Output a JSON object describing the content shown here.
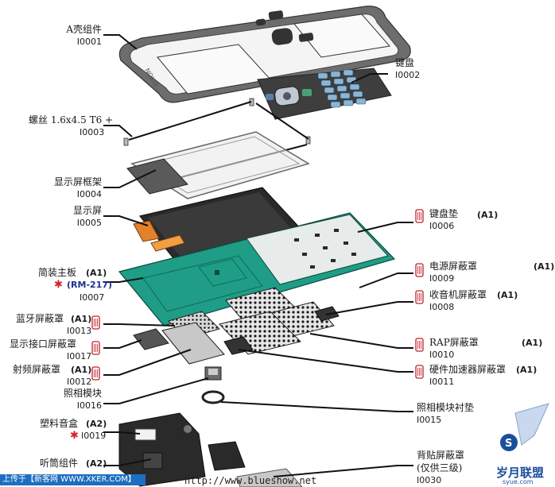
{
  "parts": {
    "a_cover": {
      "label": "A壳组件",
      "code": "I0001"
    },
    "keypad": {
      "label": "键盘",
      "code": "I0002"
    },
    "screw": {
      "label": "螺丝 1.6x4.5 T6 +",
      "code": "I0003"
    },
    "display_frame": {
      "label": "显示屏框架",
      "code": "I0004"
    },
    "display": {
      "label": "显示屏",
      "code": "I0005"
    },
    "keypad_pad": {
      "label": "键盘垫",
      "code": "I0006",
      "tag": "(A1)"
    },
    "main_board": {
      "label": "简装主板",
      "code": "I0007",
      "tag": "(A1)",
      "model": "(RM-217)"
    },
    "radio_shield": {
      "label": "收音机屏蔽罩",
      "code": "I0008",
      "tag": "(A1)"
    },
    "power_shield": {
      "label": "电源屏蔽罩",
      "code": "I0009",
      "tag": "(A1)"
    },
    "rap_shield": {
      "label": "RAP屏蔽罩",
      "code": "I0010",
      "tag": "(A1)"
    },
    "hw_accel_shield": {
      "label": "硬件加速器屏蔽罩",
      "code": "I0011",
      "tag": "(A1)"
    },
    "rf_shield": {
      "label": "射频屏蔽罩",
      "code": "I0012",
      "tag": "(A1)"
    },
    "bt_shield": {
      "label": "蓝牙屏蔽罩",
      "code": "I0013",
      "tag": "(A1)"
    },
    "camera": {
      "label": "照相模块",
      "code": "I0016"
    },
    "camera_gasket": {
      "label": "照相模块衬垫",
      "code": "I0015"
    },
    "display_if_shield": {
      "label": "显示接口屏蔽罩",
      "code": "I0017"
    },
    "speaker_box": {
      "label": "塑料音盒",
      "code": "I0019",
      "tag": "(A2)"
    },
    "earpiece": {
      "label": "听筒组件",
      "tag": "(A2)"
    },
    "back_shield": {
      "label": "背贴屏蔽罩",
      "note": "(仅供三级)",
      "code": "I0030"
    }
  },
  "footer": {
    "upload": "上传于【新客网 WWW.XKER.COM】",
    "url": "http://www.blueshow.net"
  },
  "logo": {
    "text": "岁月联盟",
    "sub": "syue.com"
  },
  "colors": {
    "board": "#1f9d86",
    "shield": "#cfcfcf",
    "frame": "#9a9a9a",
    "screen": "#2a2a2a",
    "keys": "#8ab6d6",
    "accent": "#d4202a"
  }
}
